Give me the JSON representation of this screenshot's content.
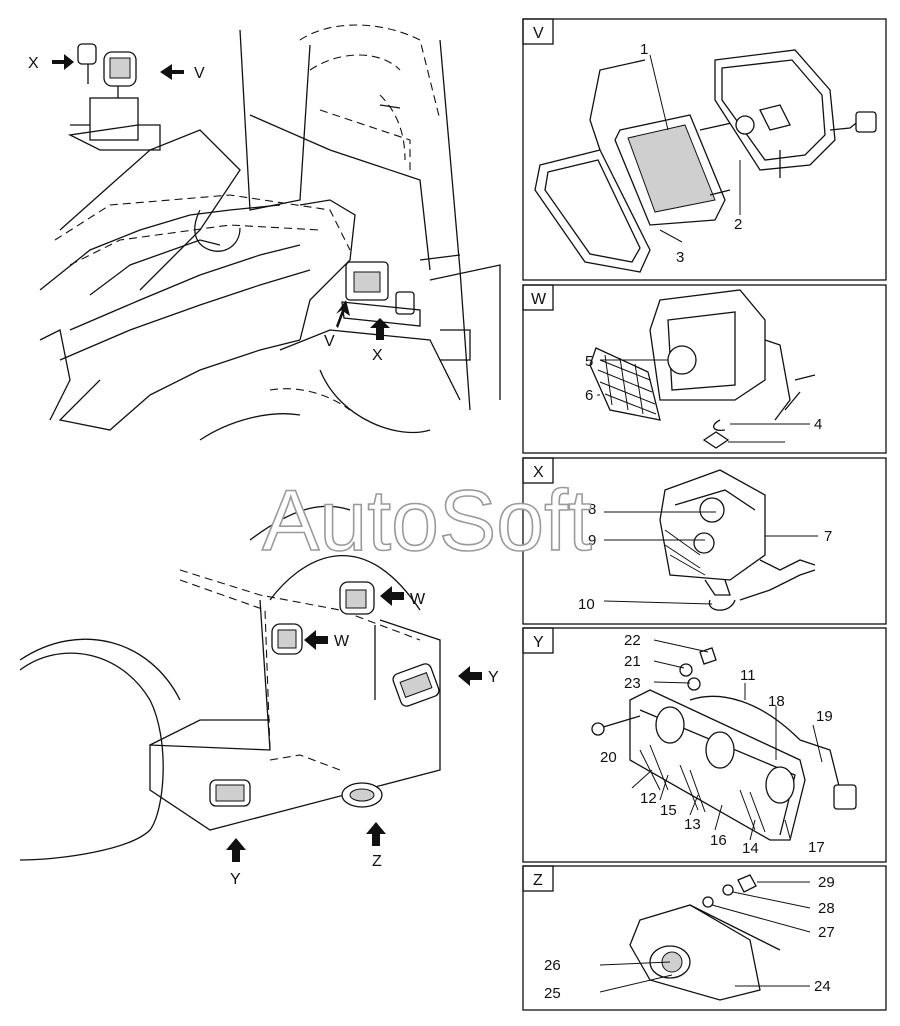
{
  "watermark": "AutoSoft",
  "overview": {
    "top_labels": {
      "x": "X",
      "v": "V",
      "v2": "V",
      "x2": "X"
    },
    "bottom_labels": {
      "w1": "W",
      "w2": "W",
      "y1": "Y",
      "y2": "Y",
      "z": "Z"
    }
  },
  "panels": [
    {
      "letter": "V",
      "parts": [
        "1",
        "2",
        "3"
      ]
    },
    {
      "letter": "W",
      "parts": [
        "4",
        "5",
        "6"
      ]
    },
    {
      "letter": "X",
      "parts": [
        "7",
        "8",
        "9",
        "10"
      ]
    },
    {
      "letter": "Y",
      "parts": [
        "11",
        "12",
        "13",
        "14",
        "15",
        "16",
        "17",
        "18",
        "19",
        "20",
        "21",
        "22",
        "23"
      ]
    },
    {
      "letter": "Z",
      "parts": [
        "24",
        "25",
        "26",
        "27",
        "28",
        "29"
      ]
    }
  ]
}
